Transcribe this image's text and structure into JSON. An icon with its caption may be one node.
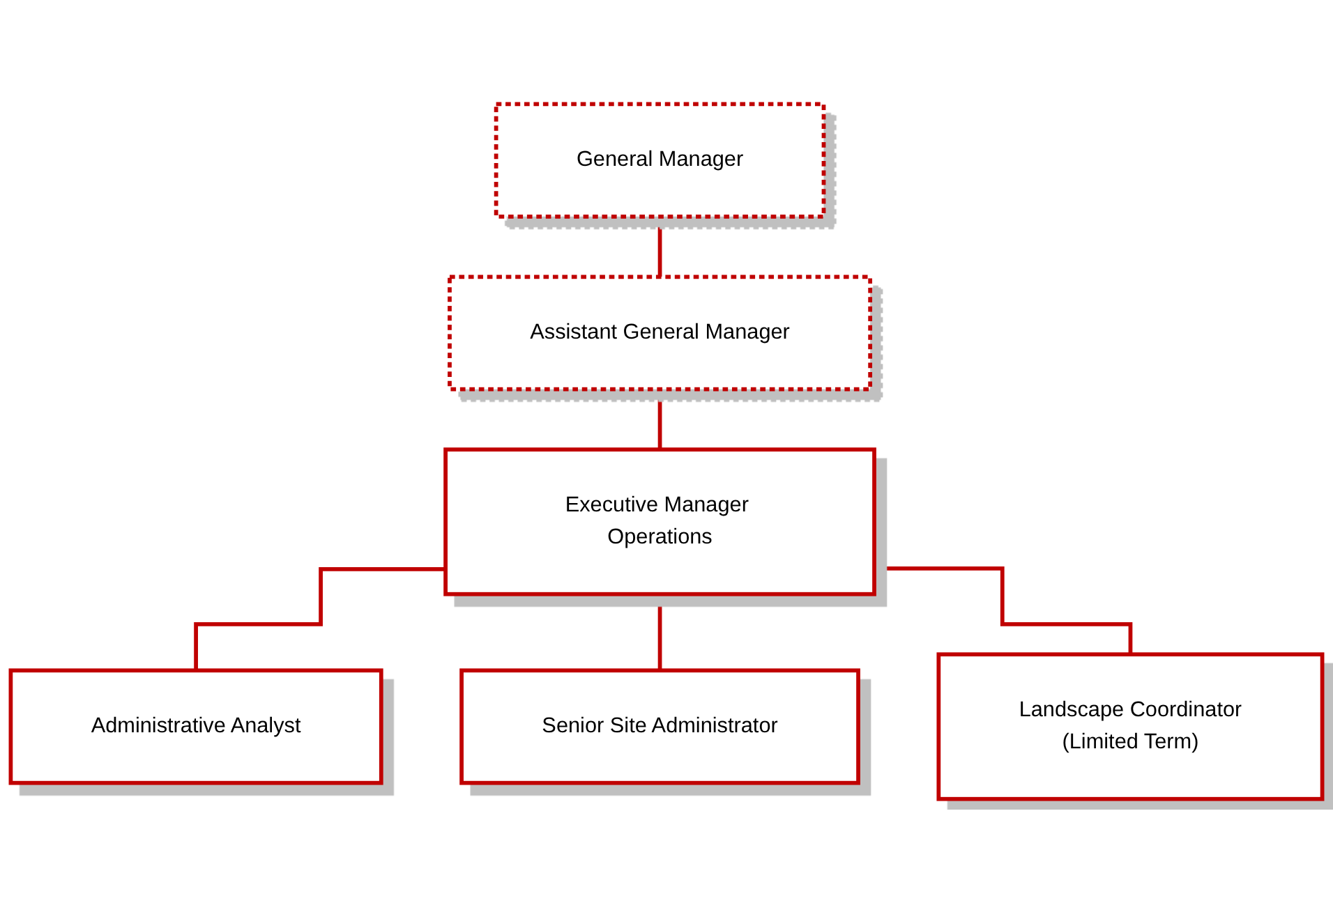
{
  "diagram": {
    "nodes": [
      {
        "text": [
          "General Manager"
        ]
      },
      {
        "text": [
          "Assistant General Manager"
        ]
      },
      {
        "text": [
          "Executive Manager Operations"
        ]
      },
      {
        "text": [
          "Administrative Analyst"
        ]
      },
      {
        "text": [
          "Senior Site Administrator"
        ]
      },
      {
        "text": [
          "Landscape Coordinator",
          "(Limited Term)"
        ]
      }
    ],
    "edges": [
      {
        "from": 0,
        "to": 1,
        "arrow": "none"
      },
      {
        "from": 1,
        "to": 2,
        "arrow": "none"
      },
      {
        "from": 2,
        "to": 3,
        "arrow": "none"
      },
      {
        "from": 2,
        "to": 4,
        "arrow": "none"
      },
      {
        "from": 2,
        "to": 5,
        "arrow": "none"
      }
    ]
  }
}
